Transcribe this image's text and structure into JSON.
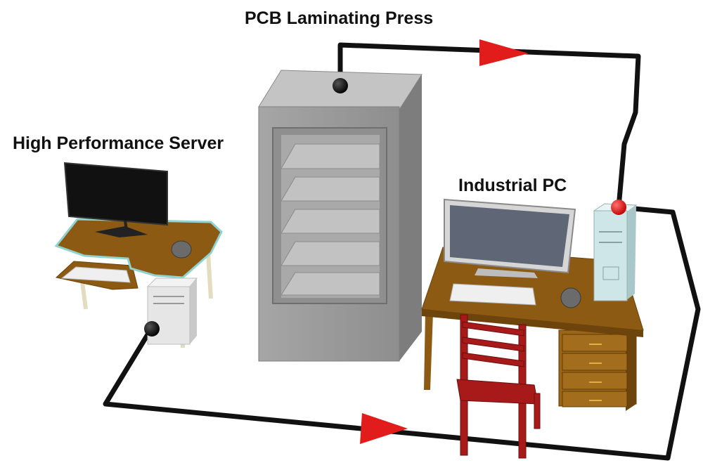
{
  "labels": {
    "press": "PCB Laminating Press",
    "server": "High Performance Server",
    "pc": "Industrial PC"
  },
  "colors": {
    "cable": "#111111",
    "arrow": "#e21b1b",
    "node_black": "#111111",
    "node_red": "#d41414",
    "cabinet": "#9a9a9a",
    "desk_wood": "#8c5a12",
    "desk_trim": "#8fd3cf",
    "chair": "#a81a1a",
    "monitor_screen": "#5f6675",
    "server_monitor": "#111111",
    "tower": "#e6e6e6",
    "pc_tower": "#cfe6e8"
  }
}
